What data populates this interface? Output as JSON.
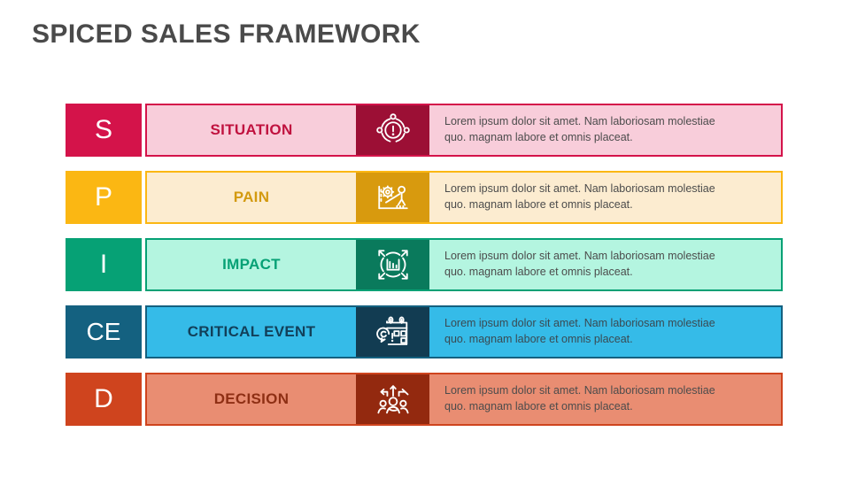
{
  "slide": {
    "title": "SPICED SALES FRAMEWORK",
    "title_color": "#4a4a4a",
    "background": "#ffffff"
  },
  "rows": [
    {
      "letter": "S",
      "label": "SITUATION",
      "description": "Lorem ipsum dolor sit amet. Nam laboriosam molestiae quo. magnam labore et omnis placeat.",
      "icon": "alert-circle-network-icon",
      "colors": {
        "letter_bg": "#d4134a",
        "letter_text": "#ffffff",
        "label_bg": "#f8cdda",
        "label_text": "#c0123f",
        "icon_bg": "#9c0f35",
        "icon_stroke": "#ffffff",
        "desc_bg": "#f8cdda",
        "desc_text": "#4c4c4c",
        "border": "#d4134a"
      }
    },
    {
      "letter": "P",
      "label": "PAIN",
      "description": "Lorem ipsum dolor sit amet. Nam laboriosam molestiae quo. magnam labore et omnis placeat.",
      "icon": "gear-person-struggle-icon",
      "colors": {
        "letter_bg": "#fbb713",
        "letter_text": "#ffffff",
        "label_bg": "#fcecd0",
        "label_text": "#d39a10",
        "icon_bg": "#d89a0e",
        "icon_stroke": "#ffffff",
        "desc_bg": "#fcecd0",
        "desc_text": "#4c4c4c",
        "border": "#fbb713"
      }
    },
    {
      "letter": "I",
      "label": "IMPACT",
      "description": "Lorem ipsum dolor sit amet. Nam laboriosam molestiae quo. magnam labore et omnis placeat.",
      "icon": "bar-chart-arrows-impact-icon",
      "colors": {
        "letter_bg": "#06a175",
        "letter_text": "#ffffff",
        "label_bg": "#b4f5e0",
        "label_text": "#06a175",
        "icon_bg": "#0a7a5c",
        "icon_stroke": "#ffffff",
        "desc_bg": "#b4f5e0",
        "desc_text": "#4c4c4c",
        "border": "#06a175"
      }
    },
    {
      "letter": "CE",
      "label": "CRITICAL EVENT",
      "description": "Lorem ipsum dolor sit amet. Nam laboriosam molestiae quo. magnam labore et omnis placeat.",
      "icon": "calendar-alert-icon",
      "colors": {
        "letter_bg": "#146180",
        "letter_text": "#ffffff",
        "label_bg": "#35bbe8",
        "label_text": "#12405a",
        "icon_bg": "#123c52",
        "icon_stroke": "#ffffff",
        "desc_bg": "#35bbe8",
        "desc_text": "#3a4a52",
        "border": "#146180"
      }
    },
    {
      "letter": "D",
      "label": "DECISION",
      "description": "Lorem ipsum dolor sit amet. Nam laboriosam molestiae quo. magnam labore et omnis placeat.",
      "icon": "people-direction-arrows-icon",
      "colors": {
        "letter_bg": "#cf441e",
        "letter_text": "#ffffff",
        "label_bg": "#e98d72",
        "label_text": "#8e2f14",
        "icon_bg": "#93290f",
        "icon_stroke": "#ffffff",
        "desc_bg": "#e98d72",
        "desc_text": "#4c4c4c",
        "border": "#cf441e"
      }
    }
  ]
}
